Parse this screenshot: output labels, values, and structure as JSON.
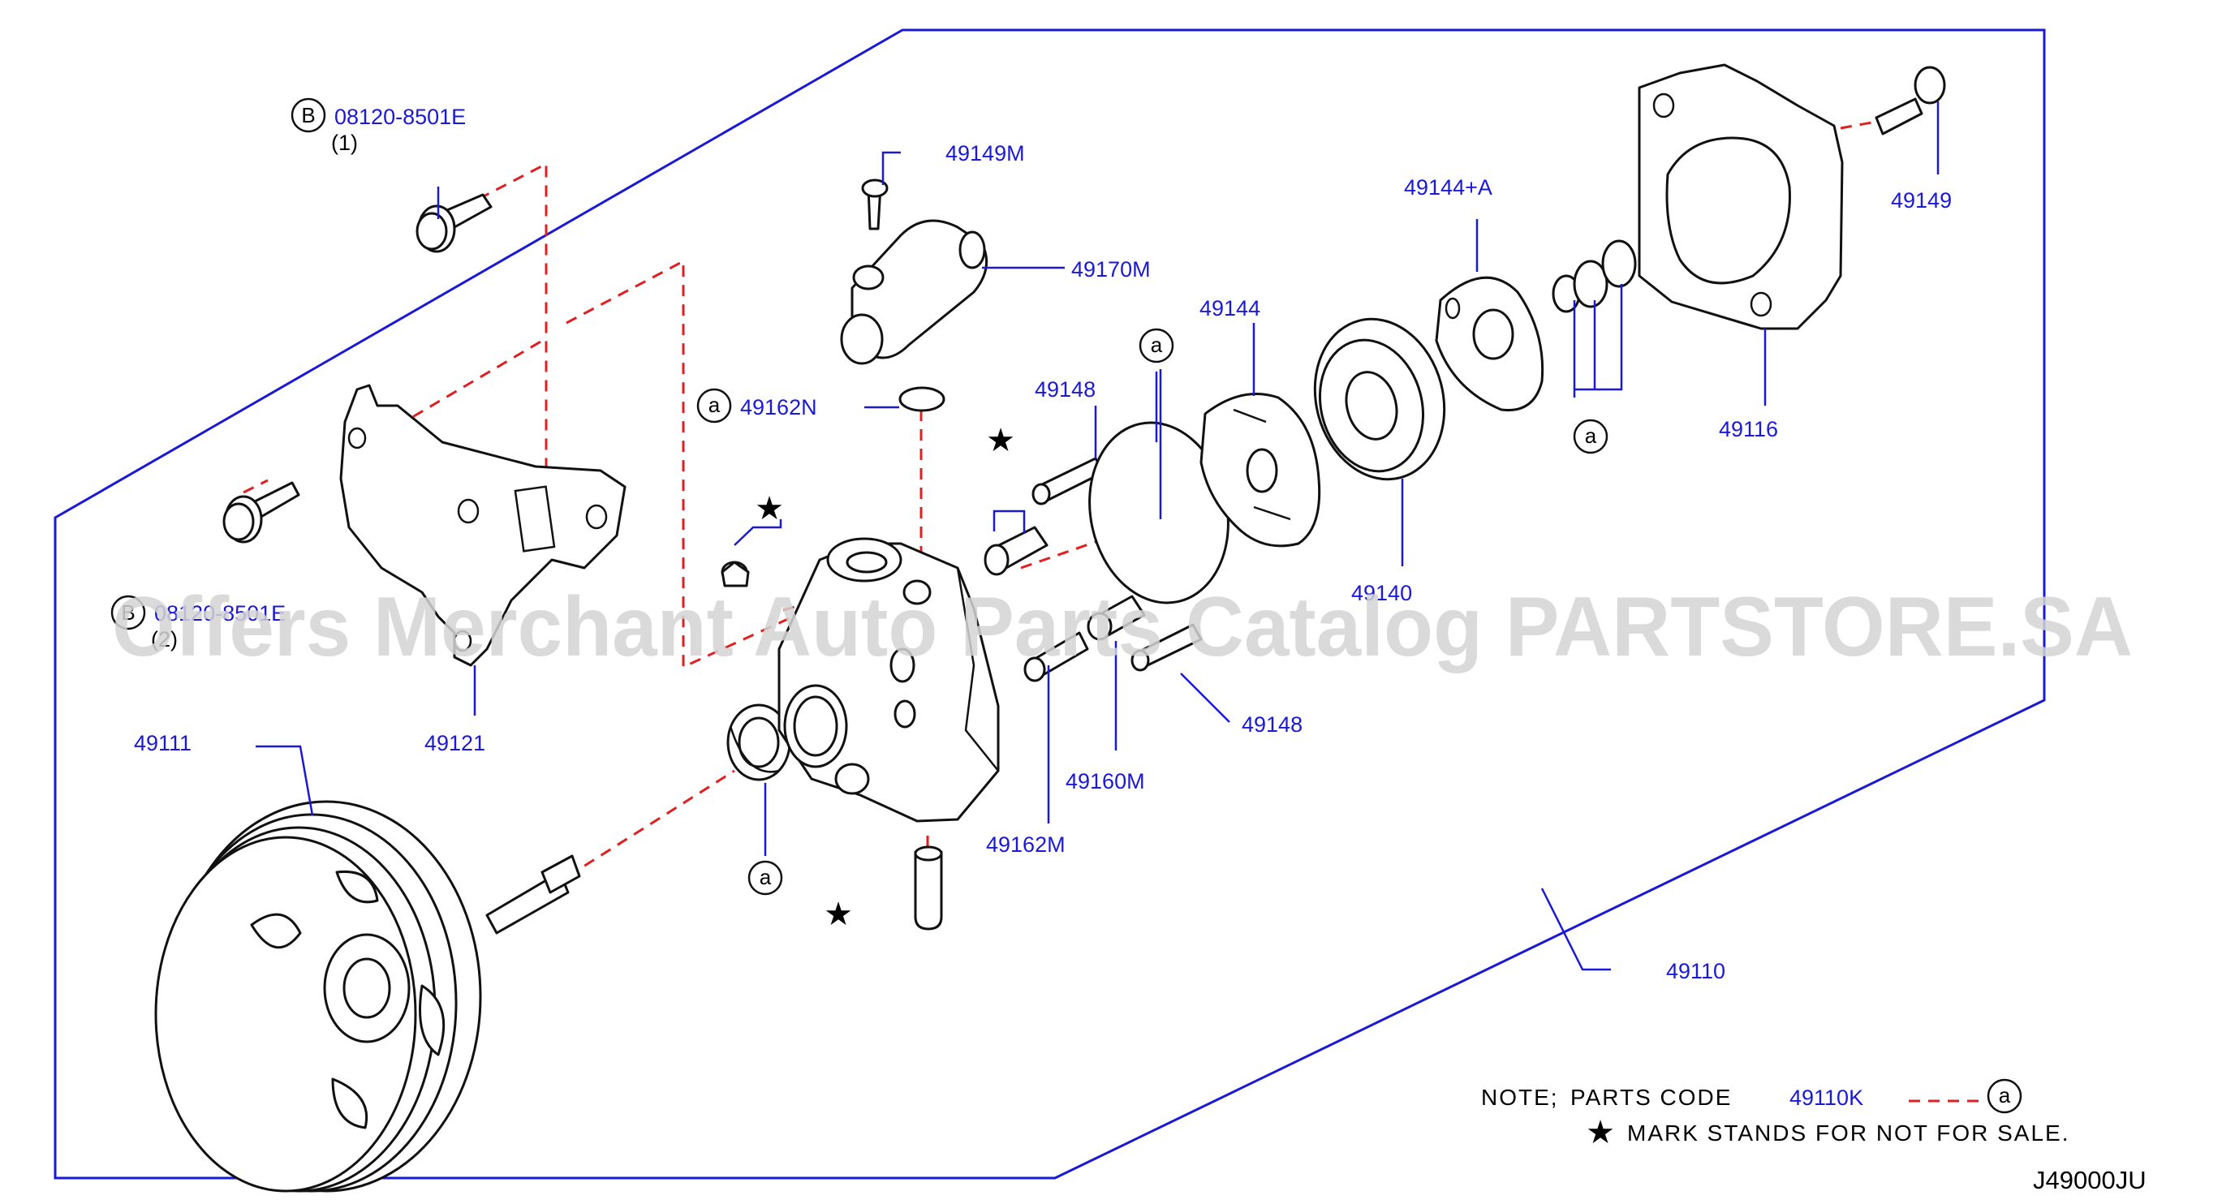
{
  "labels": {
    "bolt_b_code": "08120-8501E",
    "bolt_b_qty": "(1)",
    "bolt_b2_code": "08120-8501E",
    "bolt_b2_qty": "(2)",
    "bracket": "49121",
    "pulley": "49111",
    "bolt_49149m": "49149M",
    "outlet": "49170M",
    "oring_top": "49162N",
    "pin_top": "49148",
    "pin_bottom": "49148",
    "plate": "49144",
    "plate_a": "49144+A",
    "cartridge": "49140",
    "housing": "49116",
    "bolt_49149": "49149",
    "valve_spring": "49160M",
    "valve_seal": "49162M",
    "pump_assy": "49110"
  },
  "markers": {
    "circle_a": "a",
    "circle_b": "B",
    "star": "★"
  },
  "note": {
    "prefix": "NOTE;",
    "parts_code_label": "PARTS   CODE",
    "parts_code": "49110K",
    "star_text": "MARK   STANDS   FOR   NOT   FOR   SALE."
  },
  "diagram_code": "J49000JU",
  "watermark": "Offers Merchant Auto Parts Catalog PARTSTORE.SA",
  "colors": {
    "label_blue": "#1a1ad6",
    "dash_red": "#e02020",
    "line_black": "#111111"
  }
}
